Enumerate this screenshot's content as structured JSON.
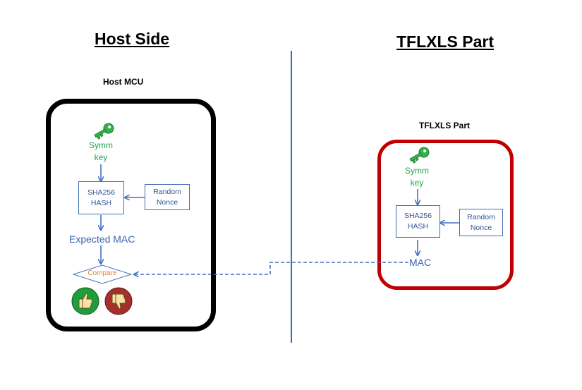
{
  "host": {
    "heading": "Host Side",
    "mcu_label": "Host MCU",
    "key_label": "Symm\nkey",
    "hash_label": "SHA256\nHASH",
    "nonce_label": "Random\nNonce",
    "expected_mac": "Expected MAC",
    "compare_label": "Compare",
    "icons": [
      "key-icon",
      "thumbs-up-icon",
      "thumbs-down-icon"
    ]
  },
  "part": {
    "heading": "TFLXLS Part",
    "part_label": "TFLXLS Part",
    "key_label": "Symm\nkey",
    "hash_label": "SHA256\nHASH",
    "nonce_label": "Random\nNonce",
    "mac_label": "MAC",
    "icons": [
      "key-icon"
    ]
  },
  "colors": {
    "host_border": "#000000",
    "part_border": "#c00000",
    "arrow": "#4472c4",
    "key_green": "#1ea84a",
    "compare_orange": "#ed7d31",
    "thumbs_up_bg": "#1e9e3a",
    "thumbs_down_bg": "#a5302b"
  }
}
